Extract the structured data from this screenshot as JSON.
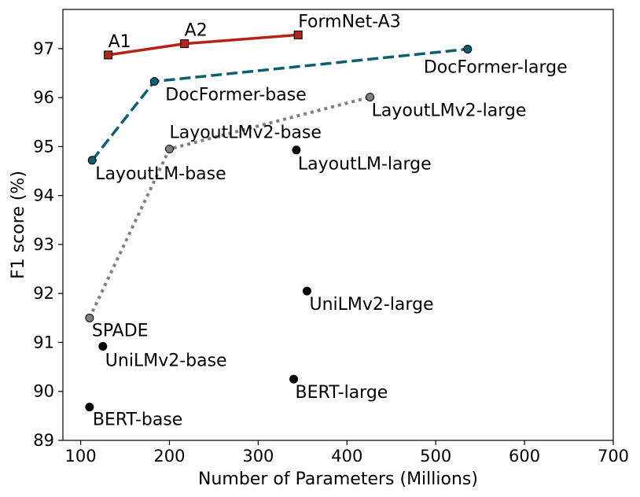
{
  "chart_data": {
    "type": "scatter",
    "title": "",
    "xlabel": "Number of Parameters (Millions)",
    "ylabel": "F1 score (%)",
    "xlim": [
      80,
      700
    ],
    "ylim": [
      89,
      97.8
    ],
    "xticks": [
      100,
      200,
      300,
      400,
      500,
      600,
      700
    ],
    "yticks": [
      89,
      90,
      91,
      92,
      93,
      94,
      95,
      96,
      97
    ],
    "grid": false,
    "series": [
      {
        "id": "formnet",
        "style": "solid",
        "marker": "square",
        "color": "#b22417",
        "points": [
          {
            "label": "A1",
            "x": 131,
            "y": 96.87
          },
          {
            "label": "A2",
            "x": 217,
            "y": 97.1
          },
          {
            "label": "FormNet-A3",
            "x": 345,
            "y": 97.28
          }
        ]
      },
      {
        "id": "docformer",
        "style": "dashed",
        "marker": "circle",
        "color": "#0b5f6e",
        "points": [
          {
            "label": "LayoutLM-base",
            "x": 113,
            "y": 94.72
          },
          {
            "label": "DocFormer-base",
            "x": 183,
            "y": 96.33
          },
          {
            "label": "DocFormer-large",
            "x": 536,
            "y": 96.99
          }
        ]
      },
      {
        "id": "layoutlmv2",
        "style": "dotted",
        "marker": "circle",
        "color": "#808080",
        "points": [
          {
            "label": "SPADE",
            "x": 110,
            "y": 91.5
          },
          {
            "label": "LayoutLMv2-base",
            "x": 200,
            "y": 94.95
          },
          {
            "label": "LayoutLMv2-large",
            "x": 426,
            "y": 96.01
          }
        ]
      },
      {
        "id": "others",
        "style": "none",
        "marker": "circle",
        "color": "#000000",
        "points": [
          {
            "label": "BERT-base",
            "x": 110,
            "y": 89.68
          },
          {
            "label": "UniLMv2-base",
            "x": 125,
            "y": 90.92
          },
          {
            "label": "LayoutLM-large",
            "x": 343,
            "y": 94.93
          },
          {
            "label": "UniLMv2-large",
            "x": 355,
            "y": 92.05
          },
          {
            "label": "BERT-large",
            "x": 340,
            "y": 90.25
          }
        ]
      }
    ]
  }
}
